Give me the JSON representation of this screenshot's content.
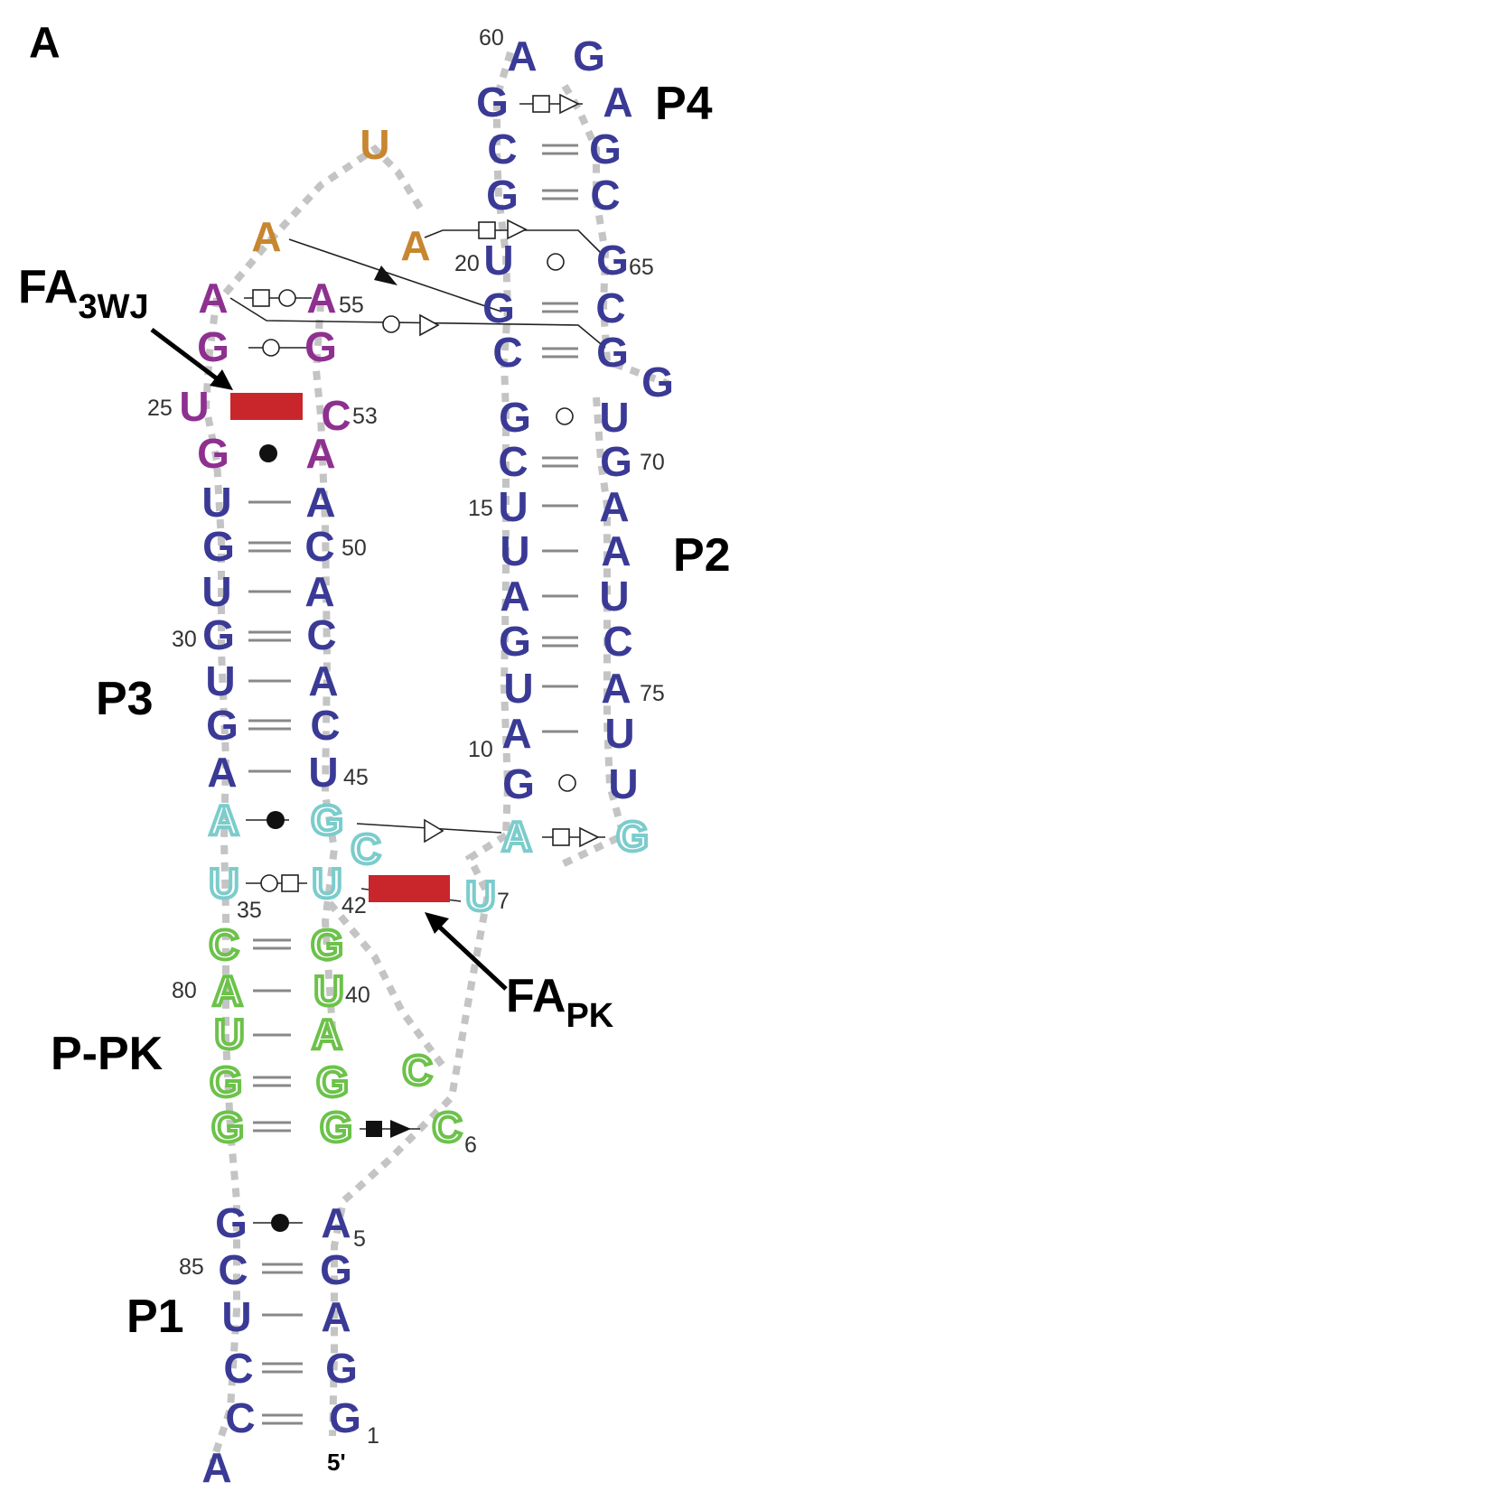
{
  "panel_label": "A",
  "colors": {
    "core": "#3a3a96",
    "loop_orange": "#c7862f",
    "j_purple": "#8e3090",
    "cyan": "#7ccccc",
    "green": "#6cc24a",
    "red_block": "#c8262b",
    "backbone": "#c4c4c4"
  },
  "helix_labels": {
    "p4": "P4",
    "p2": "P2",
    "p3": "P3",
    "ppk": "P-PK",
    "p1": "P1"
  },
  "annotations": {
    "fa3wj_main": "FA",
    "fa3wj_sub": "3WJ",
    "fapk_main": "FA",
    "fapk_sub": "PK"
  },
  "five_prime": "5'",
  "numbers": [
    "60",
    "65",
    "20",
    "55",
    "25",
    "53",
    "70",
    "15",
    "50",
    "30",
    "75",
    "10",
    "45",
    "35",
    "42",
    "7",
    "80",
    "40",
    "6",
    "5",
    "85",
    "1"
  ],
  "nucleotides": [
    {
      "base": "A",
      "color": "core"
    },
    {
      "base": "G",
      "color": "core"
    },
    {
      "base": "G",
      "color": "core"
    },
    {
      "base": "A",
      "color": "core"
    },
    {
      "base": "C",
      "color": "core"
    },
    {
      "base": "G",
      "color": "core"
    },
    {
      "base": "G",
      "color": "core"
    },
    {
      "base": "C",
      "color": "core"
    },
    {
      "base": "U",
      "color": "core"
    },
    {
      "base": "G",
      "color": "core"
    },
    {
      "base": "G",
      "color": "core"
    },
    {
      "base": "C",
      "color": "core"
    },
    {
      "base": "C",
      "color": "core"
    },
    {
      "base": "G",
      "color": "core"
    },
    {
      "base": "G",
      "color": "core"
    },
    {
      "base": "G",
      "color": "core"
    },
    {
      "base": "U",
      "color": "core"
    },
    {
      "base": "C",
      "color": "core"
    },
    {
      "base": "G",
      "color": "core"
    },
    {
      "base": "U",
      "color": "core"
    },
    {
      "base": "A",
      "color": "core"
    },
    {
      "base": "U",
      "color": "core"
    },
    {
      "base": "A",
      "color": "core"
    },
    {
      "base": "A",
      "color": "core"
    },
    {
      "base": "U",
      "color": "core"
    },
    {
      "base": "G",
      "color": "core"
    },
    {
      "base": "C",
      "color": "core"
    },
    {
      "base": "U",
      "color": "core"
    },
    {
      "base": "A",
      "color": "core"
    },
    {
      "base": "A",
      "color": "core"
    },
    {
      "base": "U",
      "color": "core"
    },
    {
      "base": "G",
      "color": "core"
    },
    {
      "base": "U",
      "color": "core"
    },
    {
      "base": "U",
      "color": "loop_orange"
    },
    {
      "base": "A",
      "color": "loop_orange"
    },
    {
      "base": "A",
      "color": "loop_orange"
    },
    {
      "base": "A",
      "color": "j_purple"
    },
    {
      "base": "A",
      "color": "j_purple"
    },
    {
      "base": "G",
      "color": "j_purple"
    },
    {
      "base": "G",
      "color": "j_purple"
    },
    {
      "base": "U",
      "color": "j_purple"
    },
    {
      "base": "C",
      "color": "j_purple"
    },
    {
      "base": "G",
      "color": "j_purple"
    },
    {
      "base": "A",
      "color": "j_purple"
    },
    {
      "base": "U",
      "color": "core"
    },
    {
      "base": "A",
      "color": "core"
    },
    {
      "base": "G",
      "color": "core"
    },
    {
      "base": "C",
      "color": "core"
    },
    {
      "base": "U",
      "color": "core"
    },
    {
      "base": "A",
      "color": "core"
    },
    {
      "base": "G",
      "color": "core"
    },
    {
      "base": "C",
      "color": "core"
    },
    {
      "base": "U",
      "color": "core"
    },
    {
      "base": "A",
      "color": "core"
    },
    {
      "base": "G",
      "color": "core"
    },
    {
      "base": "C",
      "color": "core"
    },
    {
      "base": "A",
      "color": "core"
    },
    {
      "base": "U",
      "color": "core"
    },
    {
      "base": "A",
      "color": "cyan"
    },
    {
      "base": "G",
      "color": "cyan"
    },
    {
      "base": "C",
      "color": "cyan"
    },
    {
      "base": "A",
      "color": "cyan"
    },
    {
      "base": "G",
      "color": "cyan"
    },
    {
      "base": "U",
      "color": "cyan"
    },
    {
      "base": "U",
      "color": "cyan"
    },
    {
      "base": "U",
      "color": "cyan"
    },
    {
      "base": "C",
      "color": "green"
    },
    {
      "base": "G",
      "color": "green"
    },
    {
      "base": "A",
      "color": "green"
    },
    {
      "base": "U",
      "color": "green"
    },
    {
      "base": "U",
      "color": "green"
    },
    {
      "base": "A",
      "color": "green"
    },
    {
      "base": "C",
      "color": "green"
    },
    {
      "base": "G",
      "color": "green"
    },
    {
      "base": "G",
      "color": "green"
    },
    {
      "base": "C",
      "color": "green"
    },
    {
      "base": "G",
      "color": "green"
    },
    {
      "base": "G",
      "color": "green"
    },
    {
      "base": "G",
      "color": "core"
    },
    {
      "base": "A",
      "color": "core"
    },
    {
      "base": "C",
      "color": "core"
    },
    {
      "base": "G",
      "color": "core"
    },
    {
      "base": "U",
      "color": "core"
    },
    {
      "base": "A",
      "color": "core"
    },
    {
      "base": "C",
      "color": "core"
    },
    {
      "base": "G",
      "color": "core"
    },
    {
      "base": "C",
      "color": "core"
    },
    {
      "base": "G",
      "color": "core"
    },
    {
      "base": "A",
      "color": "core"
    }
  ]
}
